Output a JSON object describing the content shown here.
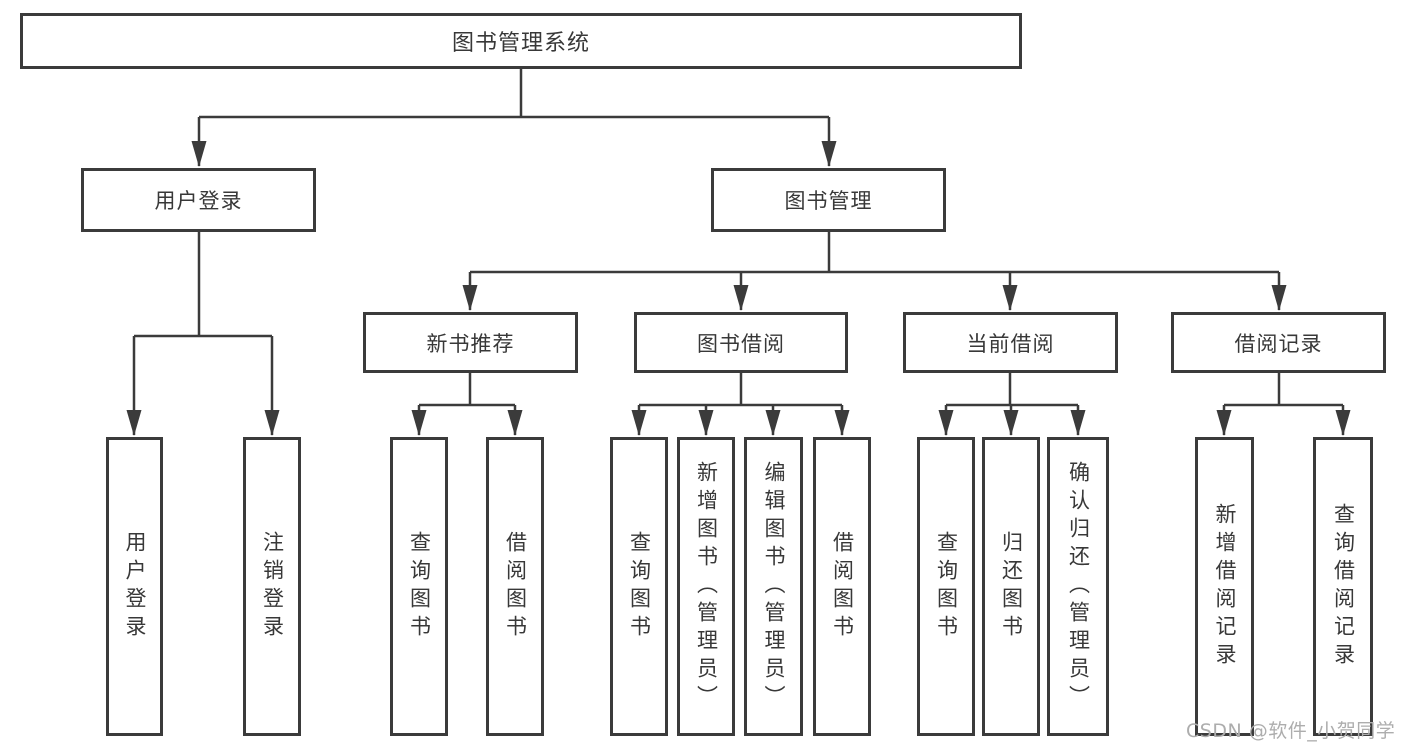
{
  "diagram": {
    "title_box": "图书管理系统",
    "branches": {
      "user_login": {
        "label": "用户登录",
        "children": [
          "用户登录",
          "注销登录"
        ]
      },
      "book_management": {
        "label": "图书管理",
        "sections": [
          {
            "label": "新书推荐",
            "children": [
              "查询图书",
              "借阅图书"
            ]
          },
          {
            "label": "图书借阅",
            "children": [
              "查询图书",
              "新增图书（管理员）",
              "编辑图书（管理员）",
              "借阅图书"
            ]
          },
          {
            "label": "当前借阅",
            "children": [
              "查询图书",
              "归还图书",
              "确认归还（管理员）"
            ]
          },
          {
            "label": "借阅记录",
            "children": [
              "新增借阅记录",
              "查询借阅记录"
            ]
          }
        ]
      }
    }
  },
  "watermark": {
    "text": "CSDN @软件_小贺同学"
  },
  "colors": {
    "line": "#3b3b3b",
    "text": "#383838",
    "watermark": "#adadad",
    "background": "#ffffff"
  }
}
